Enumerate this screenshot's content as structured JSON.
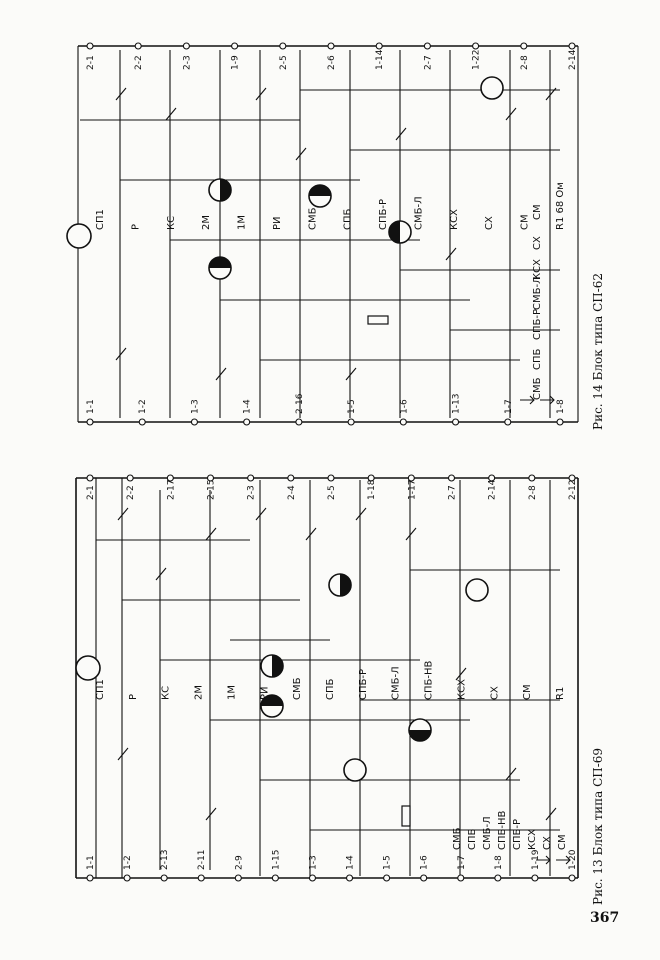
{
  "page_number": "367",
  "figures": [
    {
      "caption": "Рис. 13  Блок типа СП-69",
      "label_sets": {
        "top_terminals": [
          "2-1",
          "2-2",
          "2-17",
          "2-15",
          "2-3",
          "2-4",
          "2-5",
          "1-18",
          "1-17",
          "2-7",
          "2-14",
          "2-8",
          "2-12"
        ],
        "bottom_terminals": [
          "1-1",
          "1-2",
          "2-13",
          "2-11",
          "2-9",
          "1-15",
          "1-3",
          "1-4",
          "1-5",
          "1-6",
          "1-7",
          "1-8",
          "1-19",
          "1-20"
        ],
        "relays": [
          "СП1",
          "Р",
          "КС",
          "2М",
          "1М",
          "РИ",
          "СМБ",
          "СПБ",
          "СПБ-Р",
          "СМБ-Л",
          "СПБ-НВ",
          "КСХ",
          "СХ",
          "СМ",
          "R1"
        ],
        "bottom_inputs": [
          "СМ",
          "СХ",
          "КСХ",
          "СПБ-Р",
          "СПБ-НВ",
          "СМБ-Л",
          "СПБ",
          "СМБ"
        ]
      }
    },
    {
      "caption": "Рис. 14  Блок типа СП-62",
      "label_sets": {
        "top_terminals": [
          "2-1",
          "2-2",
          "2-3",
          "1-9",
          "2-5",
          "2-6",
          "1-14",
          "2-7",
          "1-22",
          "2-8",
          "2-14"
        ],
        "bottom_terminals": [
          "1-1",
          "1-2",
          "1-3",
          "1-4",
          "2-16",
          "1-5",
          "1-6",
          "1-13",
          "1-7",
          "1-8"
        ],
        "relays": [
          "СП1",
          "Р",
          "КС",
          "2М",
          "1М",
          "РИ",
          "СМБ",
          "СПБ",
          "СПБ-Р",
          "СМБ-Л",
          "КСХ",
          "СХ",
          "СМ",
          "R1 68 Ом"
        ],
        "bottom_inputs": [
          "СМБ",
          "СПБ",
          "СПБ-Р",
          "СМБ-Л",
          "КСХ",
          "СХ",
          "СМ"
        ]
      }
    }
  ]
}
